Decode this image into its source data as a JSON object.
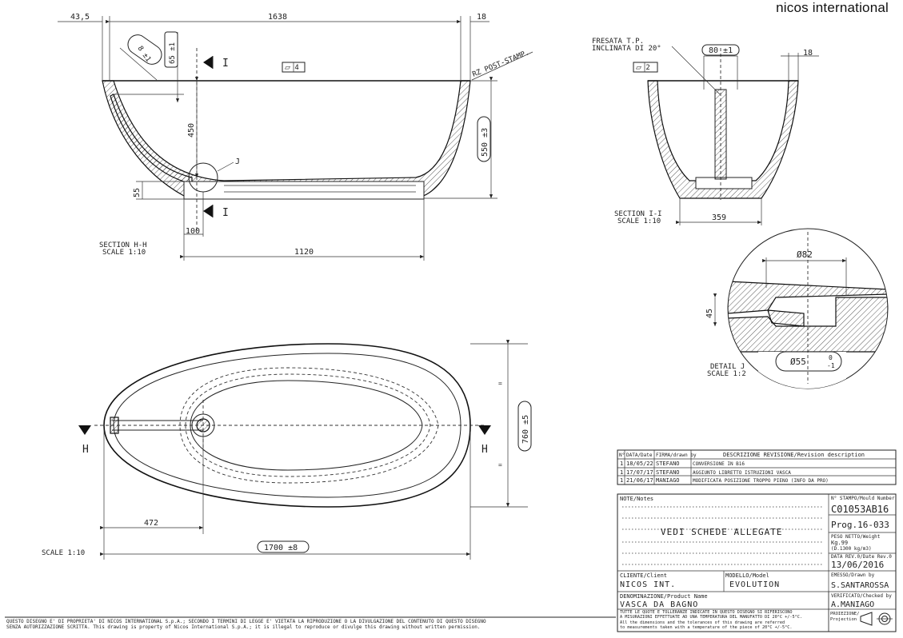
{
  "brand": "nicos international",
  "dimensions": {
    "d43_5": "43,5",
    "d1638": "1638",
    "d18a": "18",
    "d65": "65 ±1",
    "d8": "8 ±1",
    "d450": "450",
    "d550": "550 ±3",
    "d55": "55",
    "d100": "100",
    "d1120": "1120",
    "rz": "RZ POST-STAMP.",
    "flat4": "⏥ 4",
    "sec_i": "I",
    "fresata": [
      "FRESATA T.P.",
      "INCLINATA DI 20°"
    ],
    "d80": "80 ±1",
    "d18b": "18",
    "flat2": "⏥ 2",
    "d359": "359",
    "d82": "Ø82",
    "d45": "45",
    "d55b": "Ø55",
    "d55b_tol_up": "0",
    "d55b_tol_dn": "-1",
    "d472": "472",
    "d1700": "1700 ±8",
    "d760": "760 ±5",
    "sec_h": "H",
    "j": "J",
    "eq": "="
  },
  "labels": {
    "section_hh": "SECTION H-H",
    "section_hh_scale": "SCALE 1:10",
    "section_ii": "SECTION I-I",
    "section_ii_scale": "SCALE 1:10",
    "detail_j": "DETAIL J",
    "detail_j_scale": "SCALE 1:2",
    "scale_main": "SCALE 1:10"
  },
  "revisions": {
    "headers": [
      "N°",
      "DATA/Date",
      "FIRMA/drawn by",
      "DESCRIZIONE REVISIONE/Revision description"
    ],
    "rows": [
      [
        "1",
        "18/05/22",
        "STEFANO",
        "CONVERSIONE IN B16"
      ],
      [
        "1",
        "17/07/17",
        "STEFANO",
        "AGGIUNTO LIBRETTO ISTRUZIONI VASCA"
      ],
      [
        "1",
        "21/06/17",
        "MANIAGO",
        "MODIFICATA POSIZIONE TROPPO PIENO (INFO DA PRO)"
      ]
    ]
  },
  "title_block": {
    "notes_label": "NOTE/Notes",
    "notes_text": "VEDI SCHEDE ALLEGATE",
    "stampo_label": "N° STAMPO/Mould Number",
    "stampo_value": "C01053AB16",
    "prog": "Prog.16-033",
    "peso_label": "PESO NETTO/Weight",
    "peso_value": "Kg.99",
    "peso_density": "(D.1300 kg/m3)",
    "data_label": "DATA REV.0/Date Rev.0",
    "data_value": "13/06/2016",
    "cliente_label": "CLIENTE/Client",
    "cliente_value": "NICOS INT.",
    "modello_label": "MODELLO/Model",
    "modello_value": "EVOLUTION",
    "emesso_label": "EMESSO/Drawn by",
    "emesso_value": "S.SANTAROSSA",
    "denom_label": "DENOMINAZIONE/Product Name",
    "denom_value": "VASCA DA BAGNO",
    "verif_label": "VERIFICATO/Checked by",
    "verif_value": "A.MANIAGO",
    "toll_line1": "TUTTE LE QUOTE E TOLLERANZE INDICATE IN QUESTO DISEGNO SI RIFERISCONO",
    "toll_line2": "A MISURAZIONI EFFETTUATE AD UNA TEMPERATURA DEL MANUFATTO DI 20°C +/-5°C.",
    "toll_line3": "All the dimensions and the tolerances of this drawing are referred",
    "toll_line4": "to measurements taken with a temperature of the piece of 20°C +/-5°C.",
    "proiezione_label": "PROIEZIONE/ Projection"
  },
  "footer": {
    "line1": "QUESTO DISEGNO E' DI PROPRIETA' DI NICOS INTERNATIONAL S.p.A.; SECONDO I TERMINI DI LEGGE E' VIETATA LA RIPRODUZIONE O LA DIVULGAZIONE DEL CONTENUTO DI QUESTO DISEGNO",
    "line2": "SENZA AUTORIZZAZIONE SCRITTA. This drawing is property of Nicos International S.p.A.; it is illegal to reproduce or divulge this drawing without written permission."
  }
}
